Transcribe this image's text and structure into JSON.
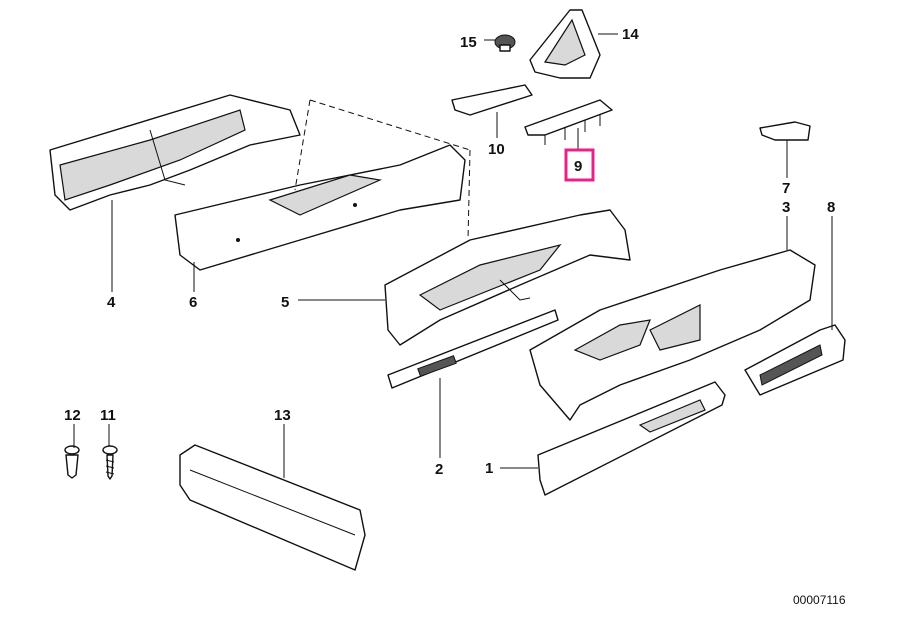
{
  "diagram": {
    "labels": {
      "p1": "1",
      "p2": "2",
      "p3": "3",
      "p4": "4",
      "p5": "5",
      "p6": "6",
      "p7": "7",
      "p8": "8",
      "p9": "9",
      "p10": "10",
      "p11": "11",
      "p12": "12",
      "p13": "13",
      "p14": "14",
      "p15": "15"
    },
    "highlighted_part": "9",
    "highlight_color": "#e8208a",
    "diagram_code": "00007116"
  }
}
